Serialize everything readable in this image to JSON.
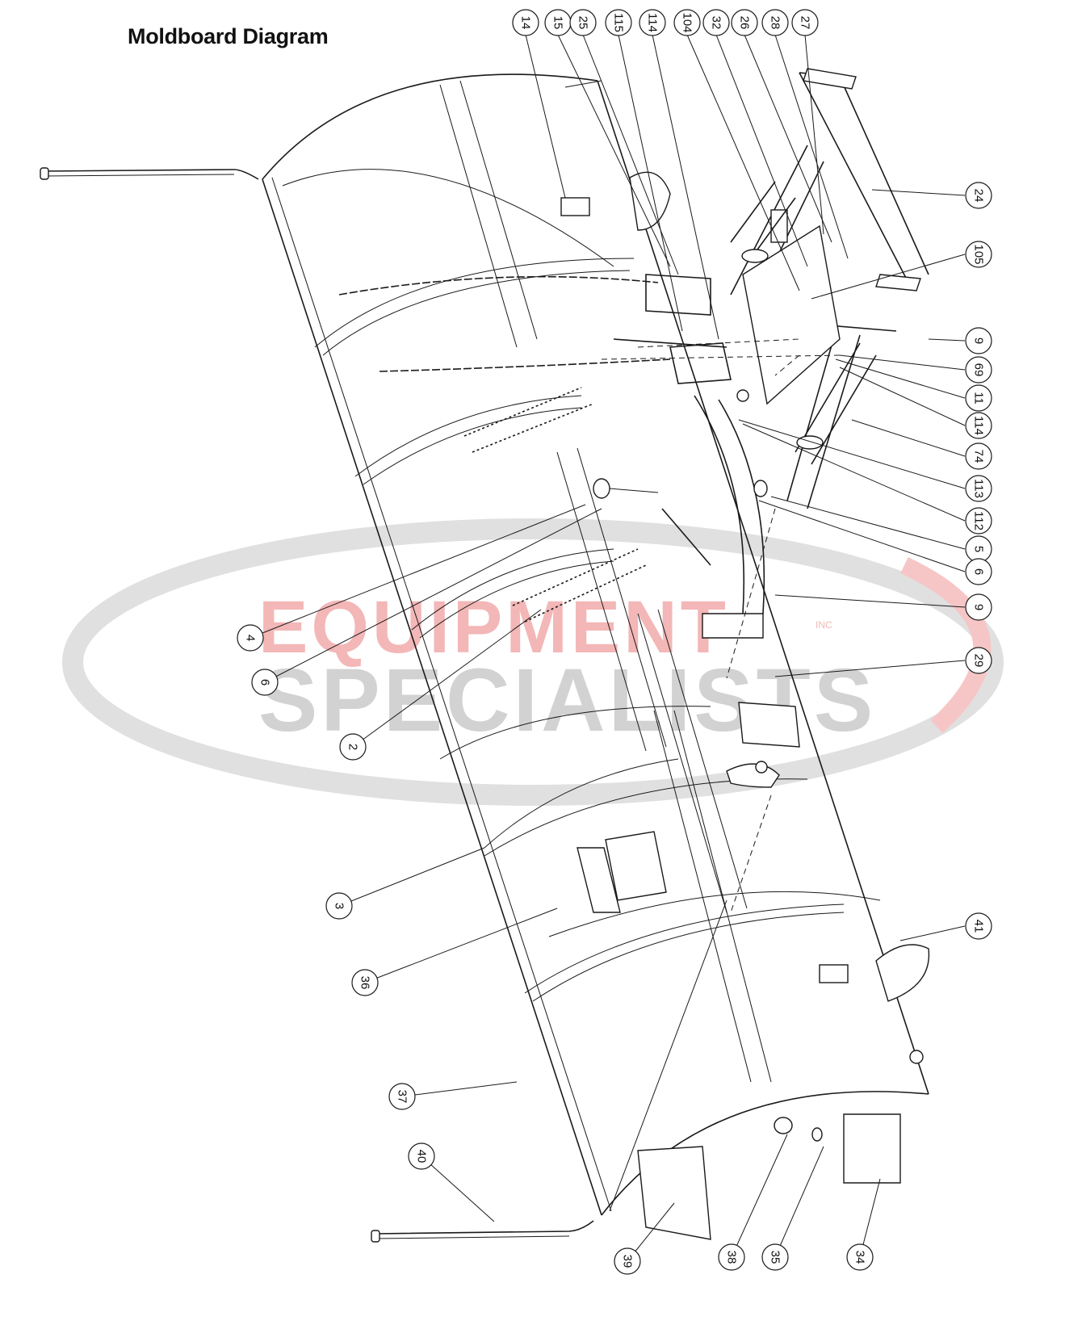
{
  "title": "Moldboard Diagram",
  "watermark": {
    "line1": "EQUIPMENT",
    "suffix": "INC",
    "line2": "SPECIALISTS",
    "colors": {
      "red": "#f3b7b7",
      "gray": "#d2d2d2"
    }
  },
  "callouts": [
    "14",
    "15",
    "25",
    "115",
    "114",
    "104",
    "32",
    "26",
    "28",
    "27",
    "24",
    "105",
    "9",
    "69",
    "11",
    "114",
    "74",
    "113",
    "112",
    "5",
    "6",
    "9",
    "29",
    "4",
    "6",
    "2",
    "3",
    "36",
    "37",
    "40",
    "39",
    "38",
    "35",
    "34",
    "41"
  ]
}
